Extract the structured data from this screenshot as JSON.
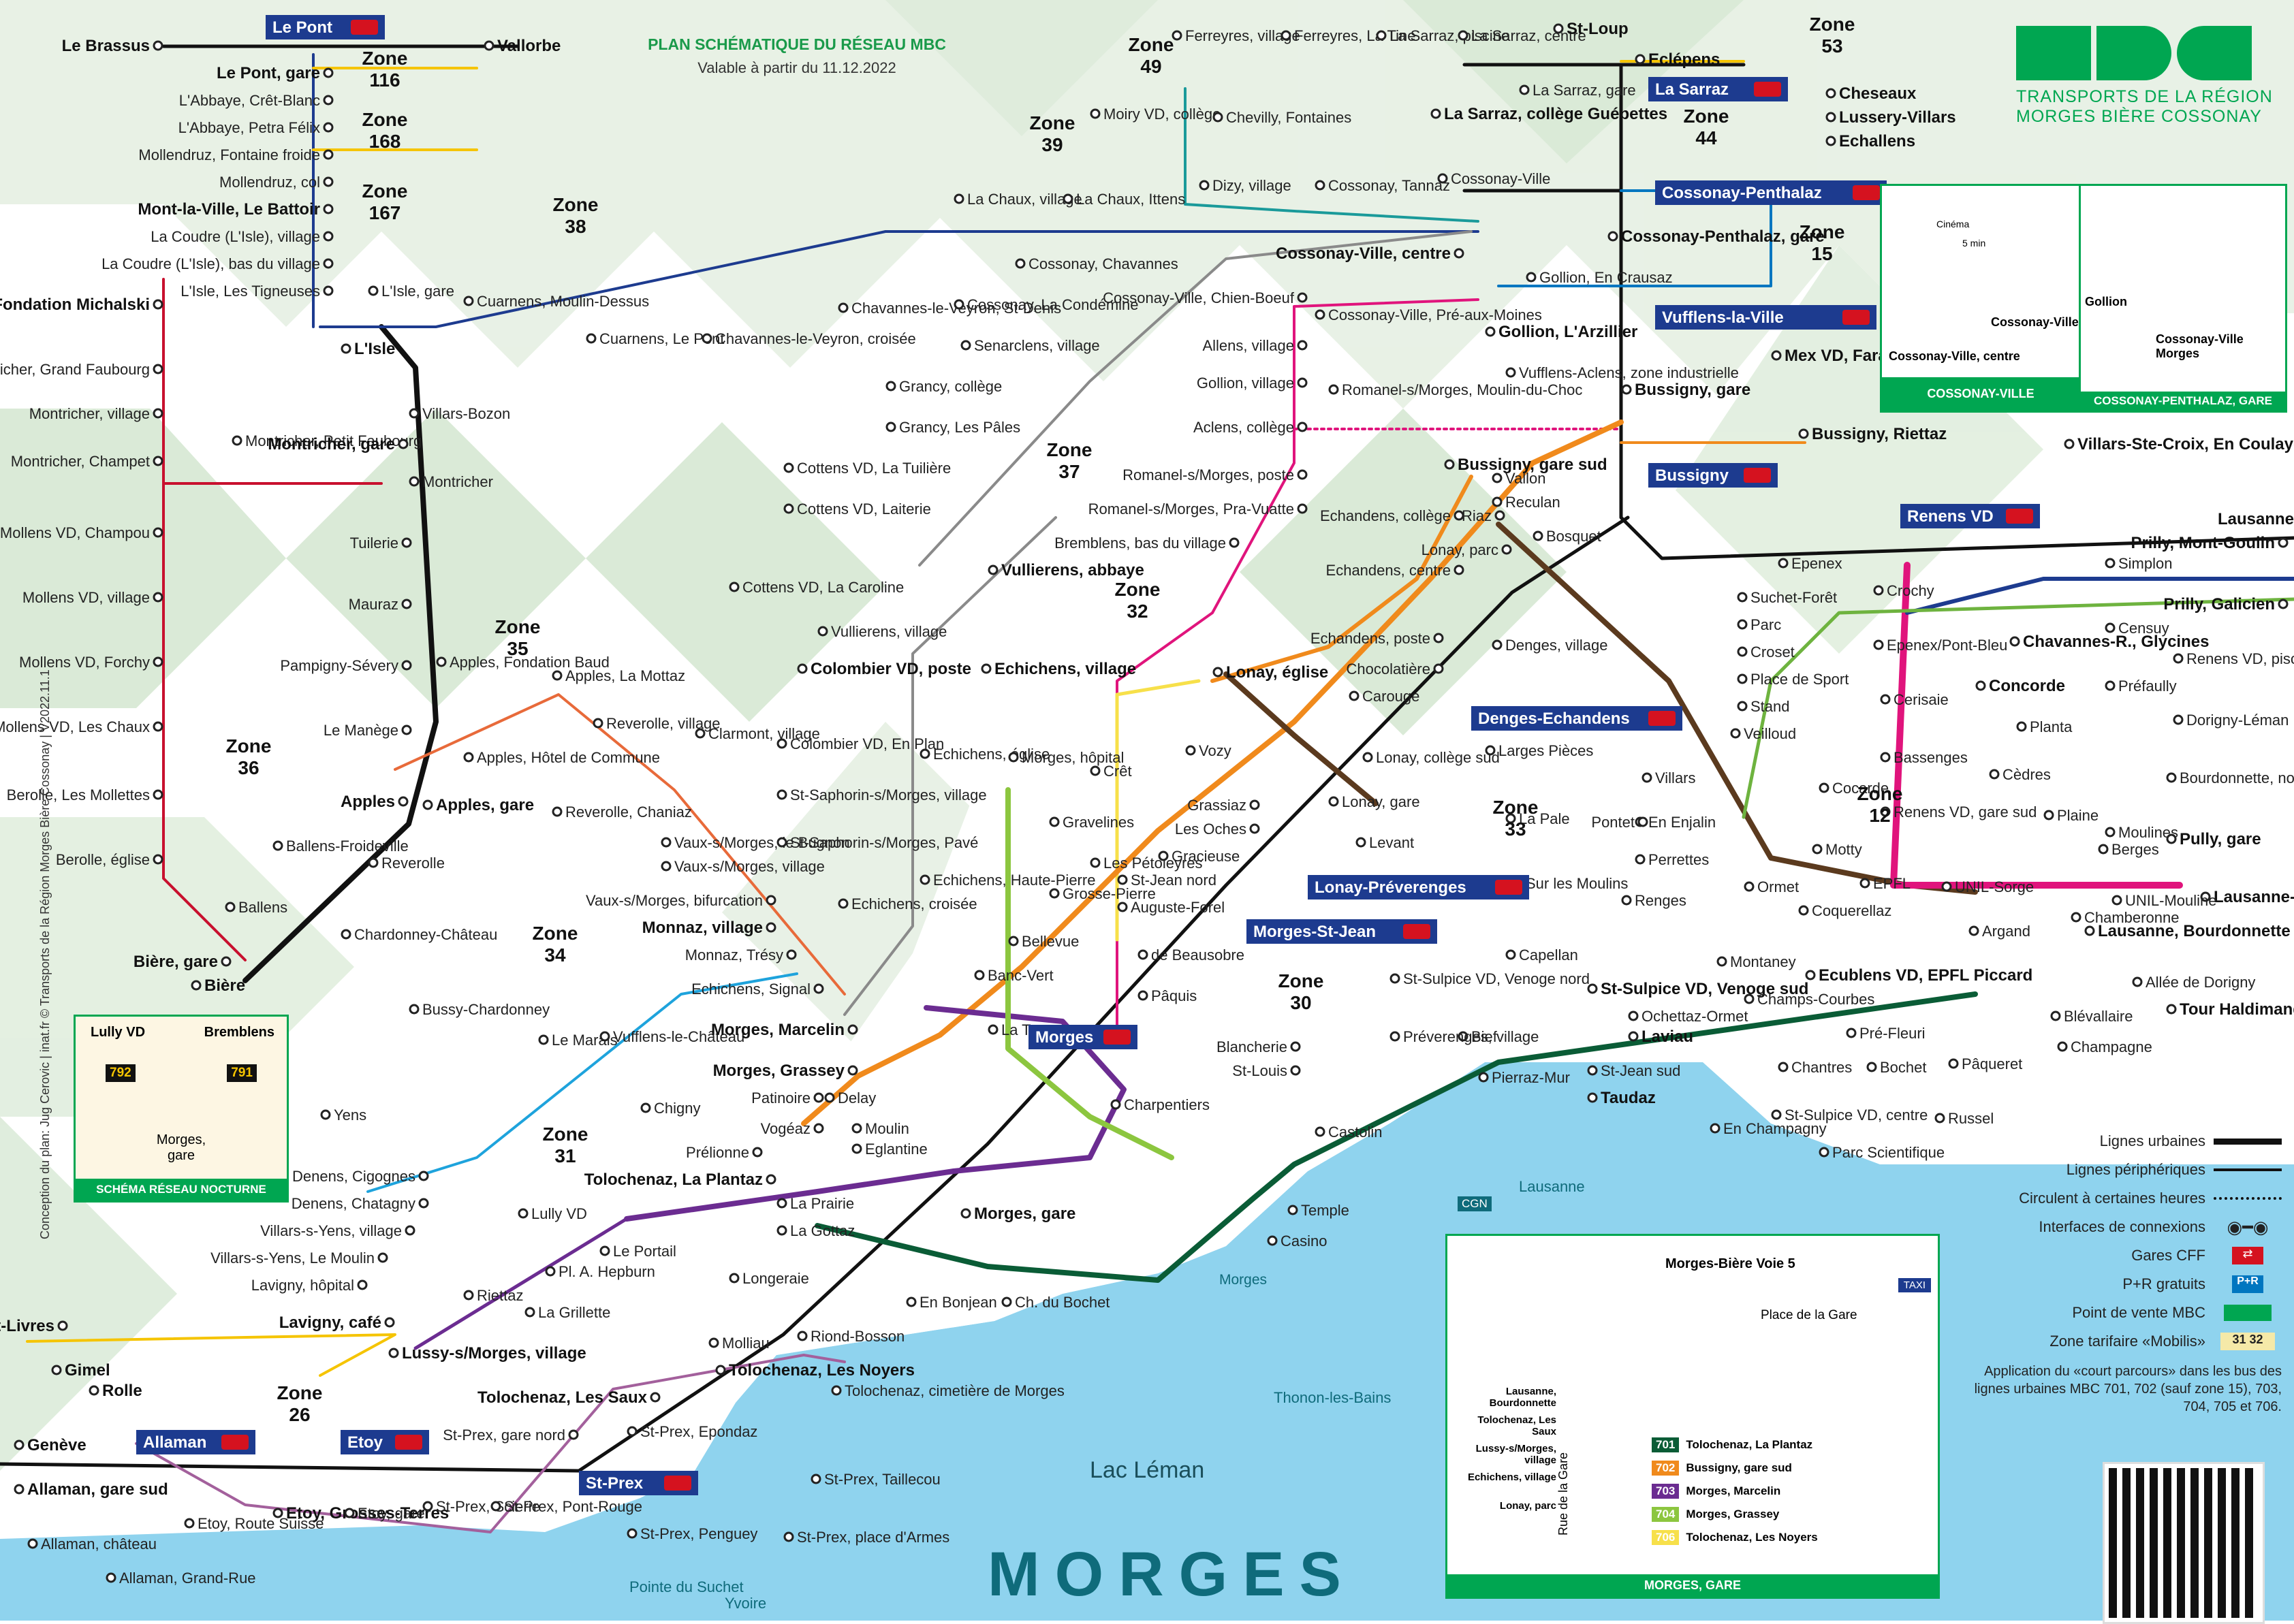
{
  "header": {
    "title": "PLAN SCHÉMATIQUE DU RÉSEAU MBC",
    "valid": "Valable à partir du 11.12.2022",
    "logo": "MBC",
    "brand_line1": "TRANSPORTS DE LA RÉGION",
    "brand_line2": "MORGES BIÈRE COSSONAY"
  },
  "credit": "Conception du plan: Jug Cerovic | inat.fr   © Transports de la Région Morges Bière Cossonay | V2022.11.1",
  "lake": {
    "name": "Lac Léman",
    "city": "MORGES",
    "cgn": "CGN",
    "lausanne": "Lausanne",
    "thonon": "Thonon-les-Bains",
    "suchet": "Pointe du Suchet",
    "yvoire": "Yvoire",
    "morges_pier": "Morges"
  },
  "colors": {
    "brand": "#00a651",
    "rail": "#111111",
    "l701": "#0a5c36",
    "l702": "#f08a1c",
    "l703": "#6b2c91",
    "l704": "#8cc63f",
    "l705": "#5b3a1e",
    "l706": "#f7e04a",
    "l722": "#f5c400",
    "l724": "#a3609c",
    "l726": "#1ea3dc",
    "l728": "#e86a3a",
    "l730": "#8a8a8a",
    "l735": "#e0147c",
    "l742": "#c8102e",
    "l750": "#1d3b8f",
    "l760": "#1a9a9a",
    "lake": "#8fd3ee",
    "zone": "#dcebd9"
  },
  "zones": [
    {
      "label": "Zone",
      "num": "116"
    },
    {
      "label": "Zone",
      "num": "168"
    },
    {
      "label": "Zone",
      "num": "167"
    },
    {
      "label": "Zone",
      "num": "38"
    },
    {
      "label": "Zone",
      "num": "49"
    },
    {
      "label": "Zone",
      "num": "39"
    },
    {
      "label": "Zone",
      "num": "44"
    },
    {
      "label": "Zone",
      "num": "53"
    },
    {
      "label": "Zone",
      "num": "15"
    },
    {
      "label": "Zone",
      "num": "37"
    },
    {
      "label": "Zone",
      "num": "32"
    },
    {
      "label": "Zone",
      "num": "35"
    },
    {
      "label": "Zone",
      "num": "36"
    },
    {
      "label": "Zone",
      "num": "34"
    },
    {
      "label": "Zone",
      "num": "31"
    },
    {
      "label": "Zone",
      "num": "30"
    },
    {
      "label": "Zone",
      "num": "33"
    },
    {
      "label": "Zone",
      "num": "12"
    },
    {
      "label": "Zone",
      "num": "26"
    }
  ],
  "cff_stations": [
    "Le Pont",
    "La Sarraz",
    "Cossonay-Penthalaz",
    "Vufflens-la-Ville",
    "Bussigny",
    "Renens VD",
    "Denges-Echandens",
    "Lonay-Préverenges",
    "Morges-St-Jean",
    "Morges",
    "St-Prex",
    "Allaman",
    "Etoy"
  ],
  "stations": [
    "Le Brassus",
    "Vallorbe",
    "Le Pont, gare",
    "L'Abbaye, Crêt-Blanc",
    "L'Abbaye, Petra Félix",
    "Mollendruz, Fontaine froide",
    "Mollendruz, col",
    "Mont-la-Ville, Le Battoir",
    "La Coudre (L'Isle), village",
    "La Coudre (L'Isle), bas du village",
    "L'Isle, Les Tigneuses",
    "L'Isle, gare",
    "L'Isle",
    "Cuarnens, Moulin-Dessus",
    "Cuarnens, Le Pont",
    "Chavannes-le-Veyron, croisée",
    "Chavannes-le-Veyron, St-Denis",
    "Villars-Bozon",
    "Montricher, Fondation Michalski",
    "Montricher, Grand Faubourg",
    "Montricher, village",
    "Montricher, Champet",
    "Montricher, Petit Faubourg",
    "Montricher, gare",
    "Montricher",
    "Mollens VD, Champou",
    "Mollens VD, village",
    "Mollens VD, Forchy",
    "Mollens VD, Les Chaux",
    "Berolle, Les Mollettes",
    "Berolle, église",
    "Tuilerie",
    "Mauraz",
    "Pampigny-Sévery",
    "Le Manège",
    "Apples",
    "Apples, gare",
    "Apples, Fondation Baud",
    "Apples, La Mottaz",
    "Apples, Hôtel de Commune",
    "Reverolle, village",
    "Reverolle, Chaniaz",
    "Ballens-Froideville",
    "Reverolle",
    "Ballens",
    "Bière, gare",
    "Bière",
    "Chardonney-Château",
    "Bussy-Chardonney",
    "Yens",
    "Le Marais",
    "Vufflens-le-Château",
    "Chigny",
    "Clarmont, village",
    "Vaux-s/Morges, le Bugnon",
    "Vaux-s/Morges, village",
    "Vaux-s/Morges, bifurcation",
    "Monnaz, village",
    "Monnaz, Trésy",
    "Echichens, Signal",
    "Echichens, croisée",
    "Echichens, Haute-Pierre",
    "Echichens, église",
    "Echichens, village",
    "Morges, hôpital",
    "Crêt",
    "Gravelines",
    "Les Pétoleyres",
    "Grosse-Pierre",
    "Bellevue",
    "Banc-Vert",
    "La Tour",
    "Auguste-Forel",
    "St-Jean nord",
    "Gracieuse",
    "de Beausobre",
    "Pâquis",
    "Morges, Marcelin",
    "Morges, Grassey",
    "Delay",
    "Patinoire",
    "Vogéaz",
    "Moulin",
    "Eglantine",
    "Prélionne",
    "Tolochenaz, La Plantaz",
    "La Prairie",
    "La Gottaz",
    "Morges, gare",
    "Charpentiers",
    "Temple",
    "Casino",
    "Le Portail",
    "Pl. A. Hepburn",
    "Longeraie",
    "En Bonjean",
    "Ch. du Bochet",
    "La Grillette",
    "Molliau",
    "Riond-Bosson",
    "Tolochenaz, Les Noyers",
    "Tolochenaz, Les Saux",
    "Tolochenaz, cimetière de Morges",
    "Denens, Cigognes",
    "Denens, Chatagny",
    "Villars-s-Yens, village",
    "Villars-s-Yens, Le Moulin",
    "Lavigny, hôpital",
    "Lully VD",
    "Riettaz",
    "Lavigny, café",
    "Lussy-s/Morges, village",
    "St-Livres",
    "Gimel",
    "Rolle",
    "Genève",
    "Allaman, gare sud",
    "Allaman, château",
    "Allaman, Grand-Rue",
    "Etoy, Route Suisse",
    "Etoy, Grosses-Terres",
    "Etoy, gare",
    "St-Prex, gare nord",
    "St-Prex, Epondaz",
    "St-Prex, Scierie",
    "St-Prex, Pont-Rouge",
    "St-Prex, Taillecou",
    "St-Prex, Penguey",
    "St-Prex, place d'Armes",
    "Ferreyres, village",
    "Ferreyres, La Tine",
    "La Sarraz, piscine",
    "La Sarraz, centre",
    "St-Loup",
    "Eclépens",
    "La Sarraz, gare",
    "La Sarraz, collège Guébettes",
    "Moiry VD, collège",
    "Chevilly, Fontaines",
    "Dizy, village",
    "Cossonay, Tannaz",
    "Cossonay-Ville",
    "Cossonay-Ville, centre",
    "Cossonay-Penthalaz, gare",
    "Cheseaux",
    "Lussery-Villars",
    "Echallens",
    "La Chaux, village",
    "La Chaux, Ittens",
    "Cossonay, Chavannes",
    "Cossonay, La Condémine",
    "Senarclens, village",
    "Grancy, collège",
    "Grancy, Les Pâles",
    "Cottens VD, La Tuilière",
    "Cottens VD, Laiterie",
    "Cottens VD, La Caroline",
    "Vullierens, abbaye",
    "Vullierens, village",
    "Colombier VD, poste",
    "Colombier VD, En Plan",
    "St-Saphorin-s/Morges, village",
    "St-Saphorin-s/Morges, Pavé",
    "Gollion, En Crausaz",
    "Gollion, L'Arzillier",
    "Cossonay-Ville, Chien-Boeuf",
    "Cossonay-Ville, Pré-aux-Moines",
    "Allens, village",
    "Gollion, village",
    "Aclens, collège",
    "Romanel-s/Morges, Moulin-du-Choc",
    "Vufflens-Aclens, zone industrielle",
    "Mex VD, Faraz",
    "Bussigny, gare",
    "Bussigny, Riettaz",
    "Bussigny, gare sud",
    "Vallon",
    "Reculan",
    "Bosquet",
    "Romanel-s/Morges, poste",
    "Romanel-s/Morges, Pra-Vuatte",
    "Bremblens, bas du village",
    "Echandens, centre",
    "Echandens, collège",
    "Echandens, poste",
    "Chocolatière",
    "Riaz",
    "Lonay, parc",
    "Lonay, église",
    "Vozy",
    "Carouge",
    "Lonay, collège sud",
    "Lonay, gare",
    "Levant",
    "Grassiaz",
    "Les Oches",
    "Larges Pièces",
    "Denges, village",
    "La Pale",
    "Sur les Moulins",
    "Capellan",
    "St-Sulpice VD, Venoge nord",
    "St-Sulpice VD, Venoge sud",
    "Taudaz",
    "Bief",
    "Préverenges, village",
    "Pierraz-Mur",
    "St-Jean sud",
    "Blancherie",
    "St-Louis",
    "Castolin",
    "Laviau",
    "En Champagny",
    "Ochettaz-Ormet",
    "Chantres",
    "St-Sulpice VD, centre",
    "Parc Scientifique",
    "Bochet",
    "Russel",
    "Pâqueret",
    "Pré-Fleuri",
    "Champagne",
    "Blévallaire",
    "Allée de Dorigny",
    "Tour Haldimand-Lac",
    "Lausanne, Bourdonnette",
    "Lausanne-Flon",
    "Chamberonne",
    "UNIL-Mouline",
    "UNIL-Sorge",
    "Argand",
    "EPFL",
    "Ecublens VD, EPFL Piccard",
    "Coquerellaz",
    "Motty",
    "Cocarde",
    "Renges",
    "Ormet",
    "Montaney",
    "Champs-Courbes",
    "En Enjalin",
    "Perrettes",
    "Villars",
    "Pontet",
    "Veilloud",
    "Stand",
    "Place de Sport",
    "Croset",
    "Parc",
    "Suchet-Forêt",
    "Epenex",
    "Epenex/Pont-Bleu",
    "Crochy",
    "Cerisaie",
    "Bassenges",
    "Renens VD, gare sud",
    "Chavannes-R., Glycines",
    "Concorde",
    "Planta",
    "Cèdres",
    "Plaine",
    "Berges",
    "Moulines",
    "Préfaully",
    "Renens VD, piscine",
    "Dorigny-Léman",
    "Bourdonnette, nord",
    "Pully, gare",
    "Censuy",
    "Simplon",
    "Lausanne",
    "Prilly, Mont-Goulin",
    "Prilly, Galicien",
    "Villars-Ste-Croix, En Coulaye (Mex VD, Faraz)"
  ],
  "legend": {
    "urban": "Lignes urbaines",
    "peripheral": "Lignes périphériques",
    "circ": "Circulent à certaines heures",
    "interfaces": "Interfaces de connexions",
    "cff": "Gares CFF",
    "pr": "P+R gratuits",
    "sale": "Point de vente MBC",
    "tariff": "Zone tarifaire «Mobilis»",
    "note": "Application du «court parcours» dans les bus des lignes urbaines MBC 701, 702 (sauf zone 15), 703, 704, 705 et 706."
  },
  "night": {
    "title": "SCHÉMA RÉSEAU NOCTURNE",
    "a": "Lully VD",
    "b": "Bremblens",
    "c": "Morges, gare",
    "l1": "792",
    "l2": "791"
  },
  "insets": {
    "cv_title": "COSSONAY-VILLE",
    "cp_title": "COSSONAY-PENTHALAZ, GARE",
    "mg_title": "MORGES, GARE",
    "mg_platform": "Morges-Bière Voie 5",
    "mg_place": "Place de la Gare",
    "mg_rue": "Rue de la Gare",
    "taxi": "TAXI",
    "cinema": "Cinéma",
    "walk": "5 min",
    "gollion": "Gollion",
    "cv_centre": "Cossonay-Ville, centre",
    "cv": "Cossonay-Ville",
    "cp": "Cossonay-Ville Morges"
  },
  "morges_gare_lines": [
    {
      "n": "701",
      "to": "Tolochenaz, La Plantaz",
      "from": "Lausanne, Bourdonnette"
    },
    {
      "n": "702",
      "to": "Bussigny, gare sud",
      "from": "Tolochenaz, Les Saux"
    },
    {
      "n": "703",
      "to": "Morges, Marcelin",
      "from": "Lussy-s/Morges, village"
    },
    {
      "n": "704",
      "to": "Morges, Grassey",
      "from": "Echichens, village"
    },
    {
      "n": "706",
      "to": "Tolochenaz, Les Noyers",
      "from": "Lonay, parc"
    }
  ]
}
